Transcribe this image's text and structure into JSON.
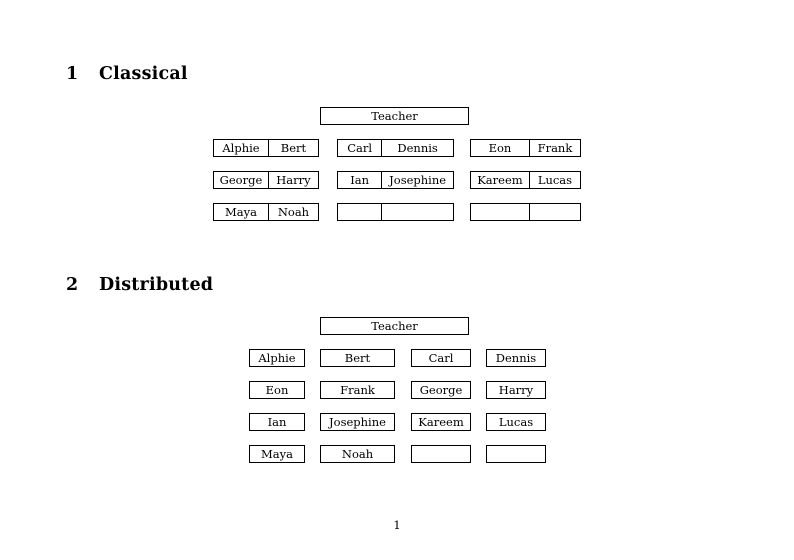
{
  "document": {
    "page_number": "1"
  },
  "sections": [
    {
      "number": "1",
      "title": "Classical",
      "teacher_label": "Teacher",
      "layout": "paired-groups",
      "groups": [
        {
          "rows": [
            {
              "left": "Alphie",
              "right": "Bert"
            },
            {
              "left": "George",
              "right": "Harry"
            },
            {
              "left": "Maya",
              "right": "Noah"
            }
          ]
        },
        {
          "rows": [
            {
              "left": "Carl",
              "right": "Dennis"
            },
            {
              "left": "Ian",
              "right": "Josephine"
            },
            {
              "left": "",
              "right": ""
            }
          ]
        },
        {
          "rows": [
            {
              "left": "Eon",
              "right": "Frank"
            },
            {
              "left": "Kareem",
              "right": "Lucas"
            },
            {
              "left": "",
              "right": ""
            }
          ]
        }
      ]
    },
    {
      "number": "2",
      "title": "Distributed",
      "teacher_label": "Teacher",
      "layout": "independent-cells",
      "rows": [
        [
          "Alphie",
          "Bert",
          "Carl",
          "Dennis"
        ],
        [
          "Eon",
          "Frank",
          "George",
          "Harry"
        ],
        [
          "Ian",
          "Josephine",
          "Kareem",
          "Lucas"
        ],
        [
          "Maya",
          "Noah",
          "",
          ""
        ]
      ]
    }
  ],
  "colors": {
    "page_background": "#ffffff",
    "text": "#000000",
    "box_border": "#000000"
  }
}
